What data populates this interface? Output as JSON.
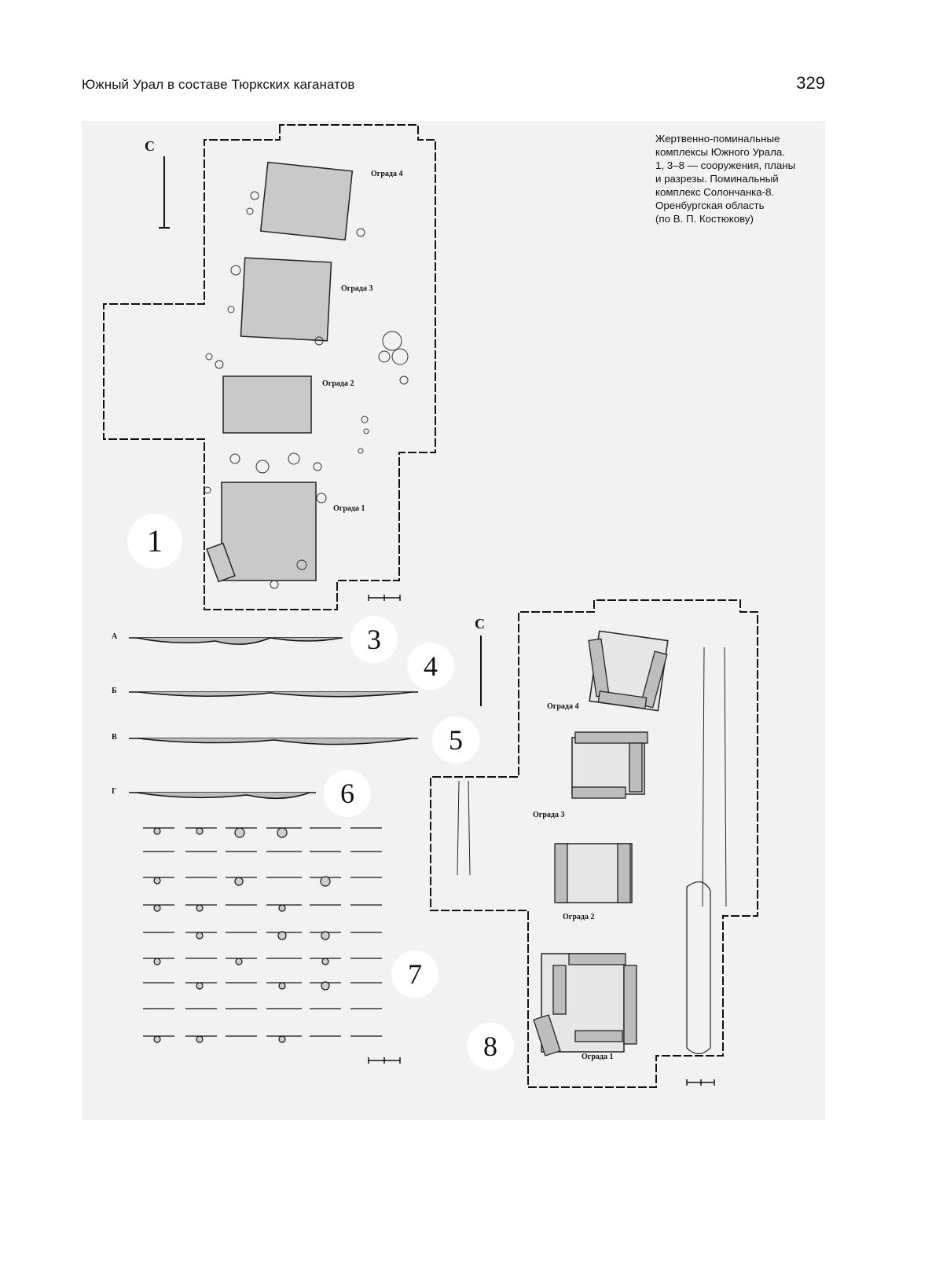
{
  "header": {
    "running_title": "Южный Урал в составе Тюркских каганатов",
    "page_number": "329"
  },
  "caption": {
    "lines": [
      "Жертвенно-поминальные",
      "комплексы Южного Урала.",
      "1, 3–8 — сооружения, планы",
      "и разрезы. Поминальный",
      "комплекс Солончанка-8.",
      "Оренбургская область",
      "(по В. П. Костюкову)"
    ]
  },
  "figure": {
    "numbers": [
      "1",
      "3",
      "4",
      "5",
      "6",
      "7",
      "8"
    ],
    "north_label": "С",
    "plan1_enclosures": [
      "Ограда 4",
      "Ограда 3",
      "Ограда 2",
      "Ограда 1"
    ],
    "plan8_enclosures": [
      "Ограда 4",
      "Ограда 3",
      "Ограда 2",
      "Ограда 1"
    ],
    "section_letters": [
      "А",
      "Б",
      "В",
      "Г"
    ]
  }
}
